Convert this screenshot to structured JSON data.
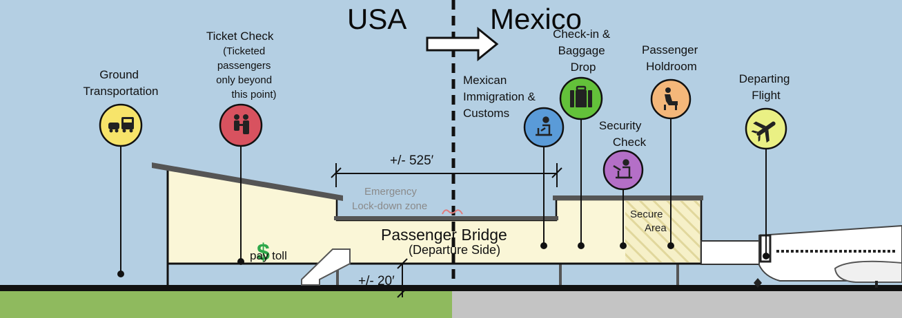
{
  "colors": {
    "sky": "#b4cfe3",
    "building": "#faf6d7",
    "ground_usa": "#8fba5e",
    "ground_mexico": "#c4c4c4",
    "roof": "#555555",
    "line": "#111111",
    "toll": "#2ea84a",
    "lockdown": "#e07a7a"
  },
  "countries": {
    "left": "USA",
    "right": "Mexico"
  },
  "dimensions": {
    "width": "+/- 525′",
    "height": "+/- 20′"
  },
  "emergency": {
    "line1": "Emergency",
    "line2": "Lock-down zone"
  },
  "bridge": {
    "title": "Passenger Bridge",
    "subtitle": "(Departure Side)"
  },
  "toll": {
    "symbol": "$",
    "label": "pay toll"
  },
  "secure_area": {
    "line1": "Secure",
    "line2": "Area"
  },
  "stations": {
    "ground": {
      "lines": [
        "Ground",
        "Transportation"
      ],
      "color": "#f7e46a",
      "icon": "car-bus-icon"
    },
    "ticket": {
      "lines": [
        "Ticket Check",
        "(Ticketed",
        "passengers",
        "only beyond",
        "this point)"
      ],
      "color": "#d8525f",
      "icon": "ticket-agent-icon"
    },
    "immigration": {
      "lines": [
        "Mexican",
        "Immigration &",
        "Customs"
      ],
      "color": "#5a9bd8",
      "icon": "immigration-officer-icon"
    },
    "checkin": {
      "lines": [
        "Check-in &",
        "Baggage",
        "Drop"
      ],
      "color": "#63c13a",
      "icon": "luggage-icon"
    },
    "security": {
      "lines": [
        "Security",
        "Check"
      ],
      "color": "#b46fc7",
      "icon": "security-officer-icon"
    },
    "holdroom": {
      "lines": [
        "Passenger",
        "Holdroom"
      ],
      "color": "#f4b77a",
      "icon": "seated-passenger-icon"
    },
    "flight": {
      "lines": [
        "Departing",
        "Flight"
      ],
      "color": "#eaf084",
      "icon": "airplane-icon"
    }
  }
}
